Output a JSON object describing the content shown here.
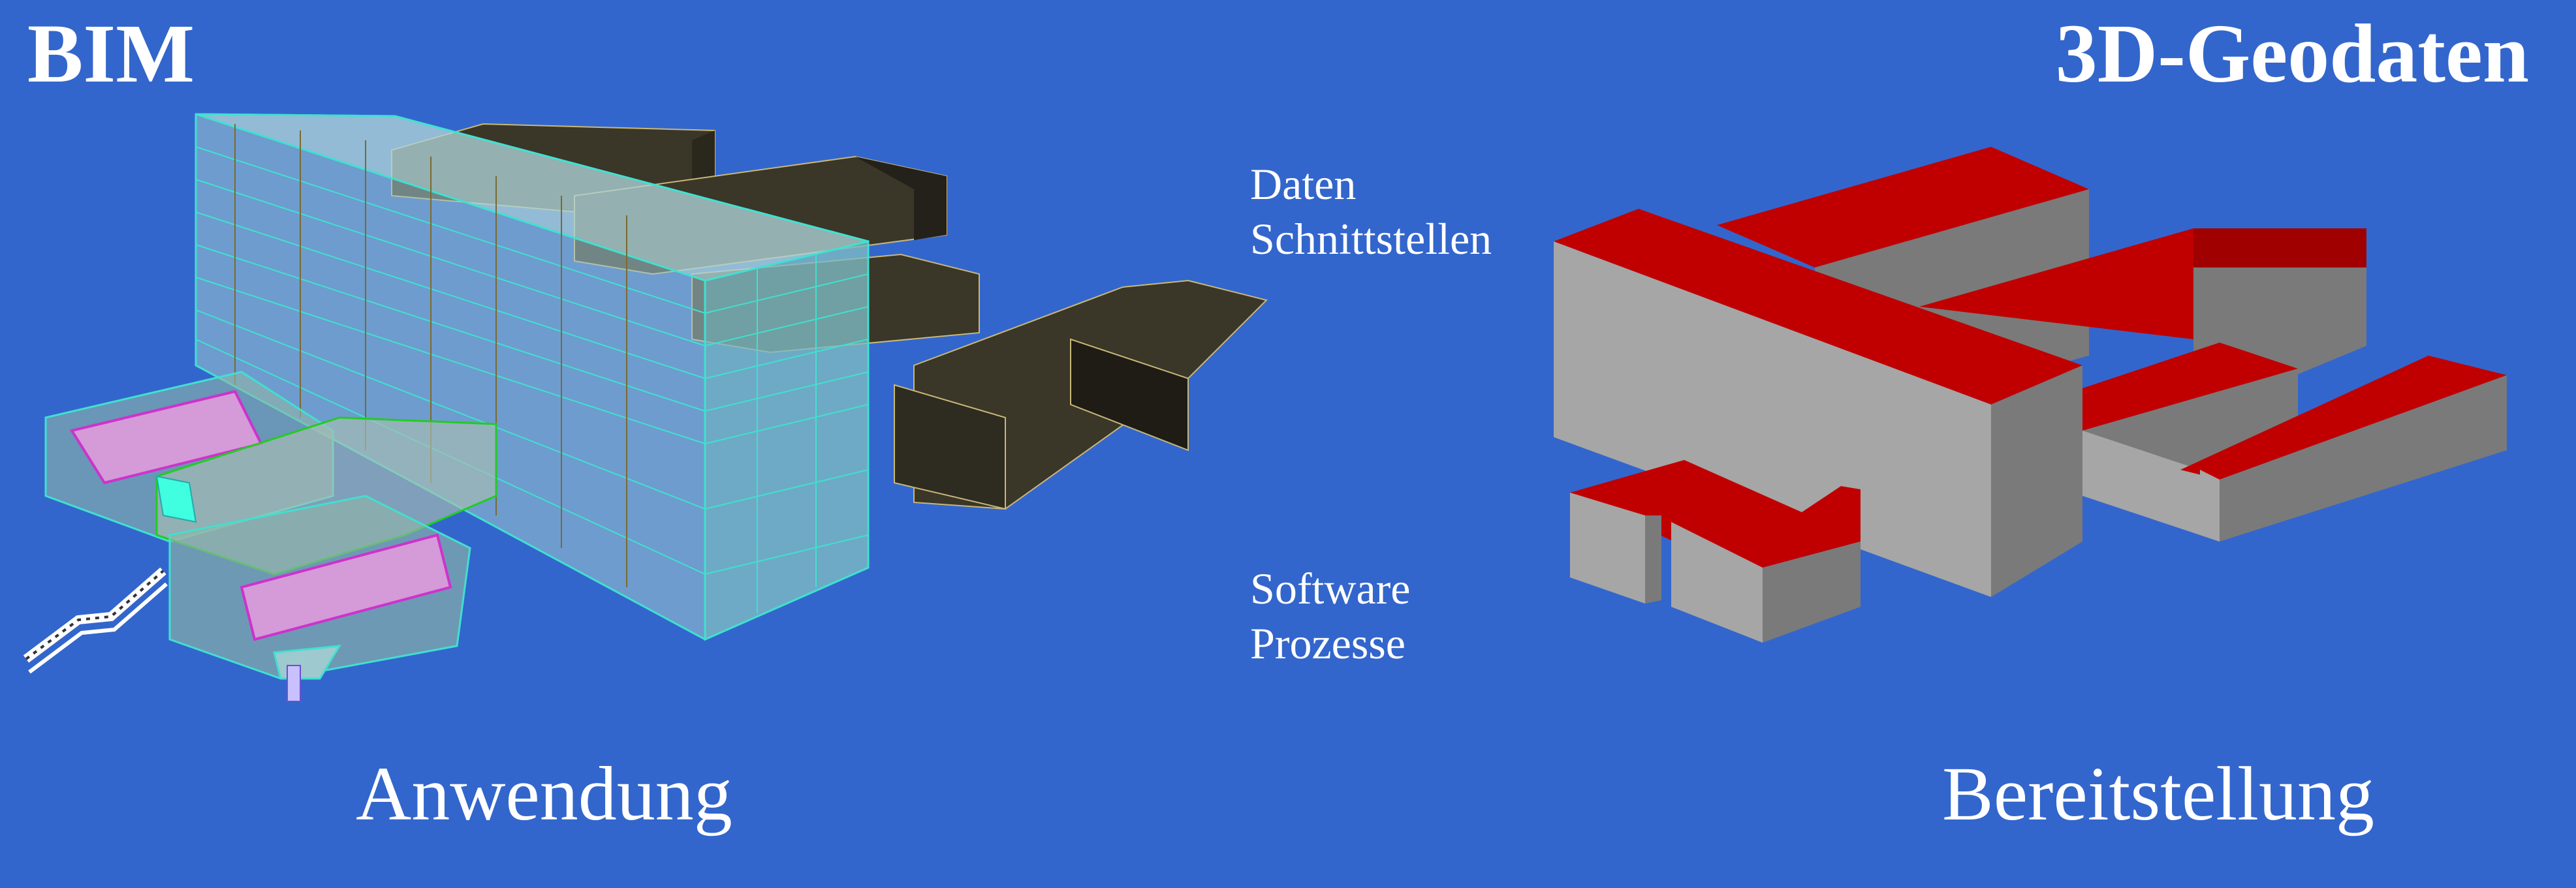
{
  "titles": {
    "left": "BIM",
    "right": "3D-Geodaten"
  },
  "middle_labels": {
    "interfaces": [
      "Daten",
      "Schnittstellen"
    ],
    "processes": [
      "Software",
      "Prozesse"
    ]
  },
  "bottom_labels": {
    "left": "Anwendung",
    "right": "Bereitstellung"
  },
  "colors": {
    "background": "#3366cc",
    "text": "#ffffff",
    "roof_red": "#c00000",
    "wall_grey": "#a6a6a6",
    "bim_wire_cyan": "#40e0d0",
    "bim_dark_block": "#3a3628"
  }
}
